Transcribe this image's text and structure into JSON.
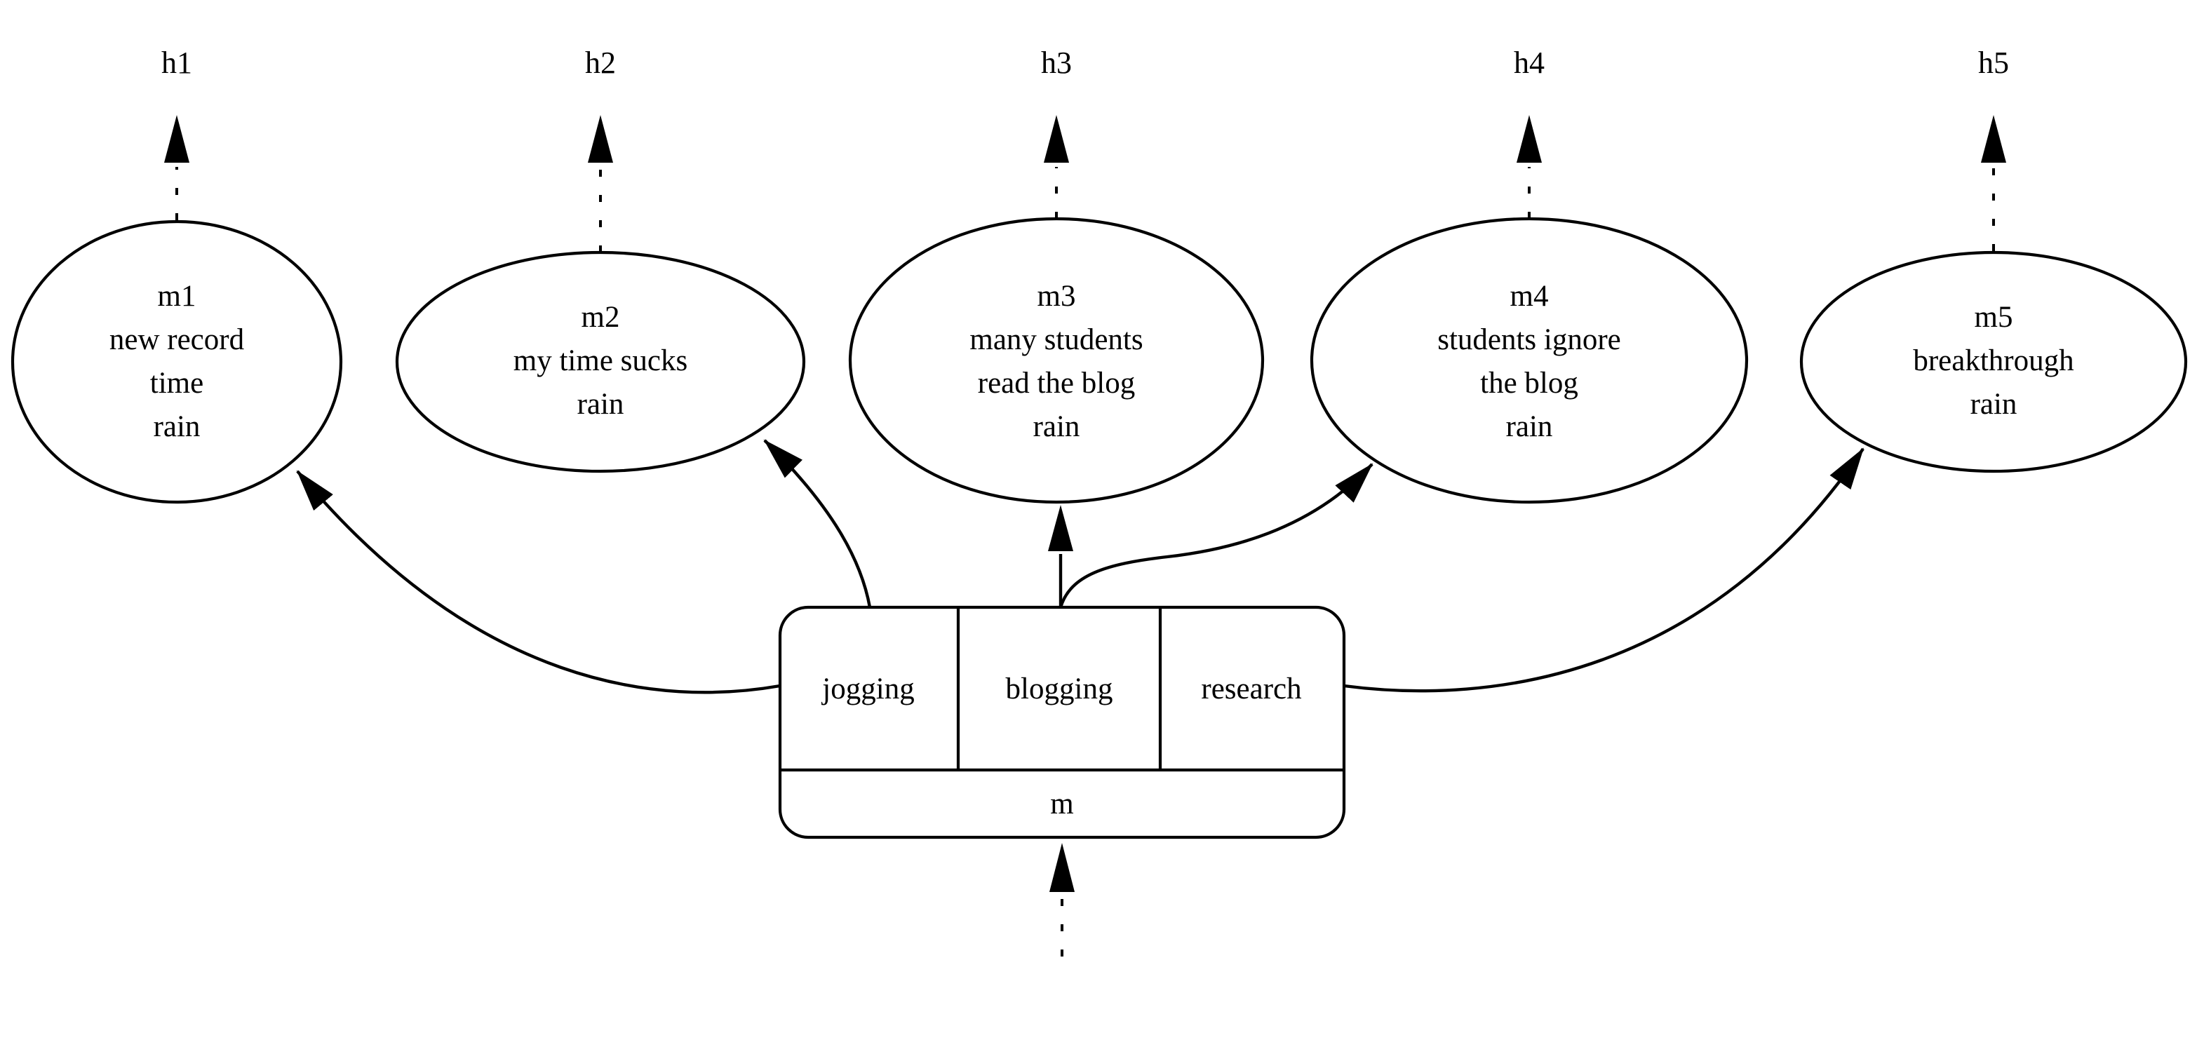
{
  "diagram": {
    "background_color": "#ffffff",
    "stroke_color": "#000000",
    "hidden_states": [
      {
        "label": "h1"
      },
      {
        "label": "h2"
      },
      {
        "label": "h3"
      },
      {
        "label": "h4"
      },
      {
        "label": "h5"
      }
    ],
    "memory_nodes": [
      {
        "id": "m1",
        "lines": [
          "m1",
          "new record",
          "time",
          "rain"
        ]
      },
      {
        "id": "m2",
        "lines": [
          "m2",
          "my time sucks",
          "rain"
        ]
      },
      {
        "id": "m3",
        "lines": [
          "m3",
          "many students",
          "read the blog",
          "rain"
        ]
      },
      {
        "id": "m4",
        "lines": [
          "m4",
          "students ignore",
          "the blog",
          "rain"
        ]
      },
      {
        "id": "m5",
        "lines": [
          "m5",
          "breakthrough",
          "rain"
        ]
      }
    ],
    "record_node": {
      "fields": [
        "jogging",
        "blogging",
        "research"
      ],
      "label": "m"
    },
    "edges": [
      {
        "from": "m",
        "to": "m1",
        "style": "solid-curve"
      },
      {
        "from": "m.jogging",
        "to": "m2",
        "style": "solid-curve"
      },
      {
        "from": "m.blogging",
        "to": "m3",
        "style": "solid-straight"
      },
      {
        "from": "m.blogging",
        "to": "m4",
        "style": "solid-curve"
      },
      {
        "from": "m",
        "to": "m5",
        "style": "solid-curve"
      },
      {
        "from": "m1",
        "to": "h1",
        "style": "dashed-arrow"
      },
      {
        "from": "m2",
        "to": "h2",
        "style": "dashed-arrow"
      },
      {
        "from": "m3",
        "to": "h3",
        "style": "dashed-arrow"
      },
      {
        "from": "m4",
        "to": "h4",
        "style": "dashed-arrow"
      },
      {
        "from": "m5",
        "to": "h5",
        "style": "dashed-arrow"
      },
      {
        "from": "below",
        "to": "m",
        "style": "dashed-arrow"
      }
    ]
  }
}
